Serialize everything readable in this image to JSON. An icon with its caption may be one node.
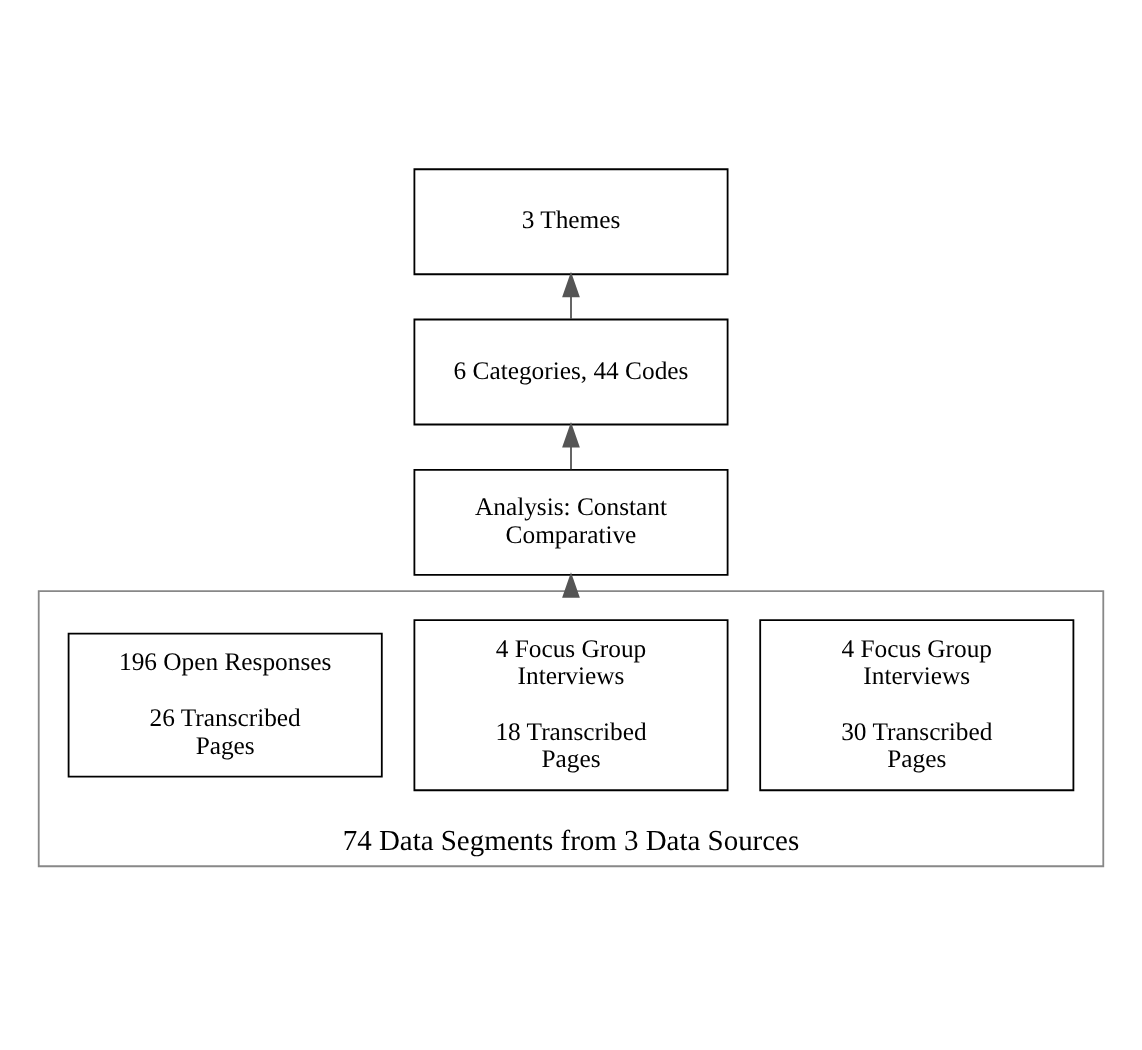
{
  "diagram": {
    "nodes": [
      {
        "text": [
          "3 Themes"
        ]
      },
      {
        "text": [
          "6 Categories, 44 Codes"
        ]
      },
      {
        "text": [
          "Analysis: Constant Comparative"
        ]
      },
      {
        "text": [
          "74 Data Segments from 3 Data Sources"
        ]
      },
      {
        "text": [
          "4 Focus Group Interviews",
          "30 Transcribed Pages"
        ],
        "in": 3
      },
      {
        "text": [
          "4 Focus Group Interviews",
          "18 Transcribed Pages"
        ],
        "in": 3
      },
      {
        "text": [
          "196 Open Responses",
          "26 Transcribed Pages"
        ],
        "in": 3
      }
    ],
    "edges": [
      {
        "from": 3,
        "to": 2,
        "arrow": "to"
      },
      {
        "from": 2,
        "to": 1,
        "arrow": "to"
      },
      {
        "from": 1,
        "to": 0,
        "arrow": "to"
      }
    ]
  }
}
